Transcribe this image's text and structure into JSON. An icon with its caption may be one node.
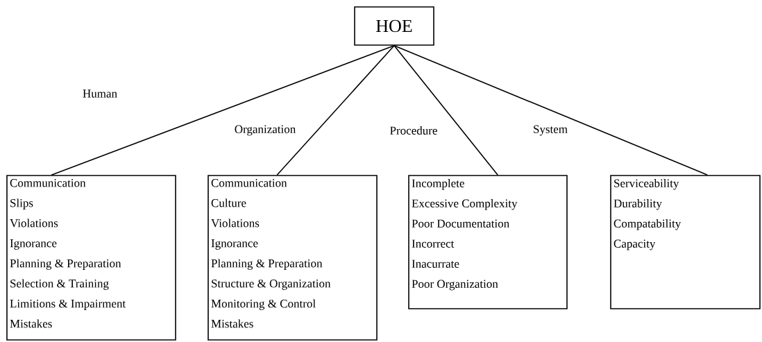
{
  "diagram": {
    "nodes": [
      {
        "text": [
          "HOE"
        ]
      },
      {
        "text": [
          "Communication",
          "Slips",
          "Violations",
          "Ignorance",
          "Planning & Preparation",
          "Selection & Training",
          "Limitions & Impairment",
          "Mistakes"
        ]
      },
      {
        "text": [
          "Communication",
          "Culture",
          "Violations",
          "Ignorance",
          "Planning & Preparation",
          "Structure & Organization",
          "Monitoring & Control",
          "Mistakes"
        ]
      },
      {
        "text": [
          "Incomplete",
          "Excessive Complexity",
          "Poor Documentation",
          "Incorrect",
          "Inacurrate",
          "Poor Organization"
        ]
      },
      {
        "text": [
          "Serviceability",
          "Durability",
          "Compatability",
          "Capacity"
        ]
      }
    ],
    "edges": [
      {
        "from": 0,
        "to": 1,
        "arrow": "none",
        "label": "Human"
      },
      {
        "from": 0,
        "to": 2,
        "arrow": "none",
        "label": "Organization"
      },
      {
        "from": 0,
        "to": 3,
        "arrow": "none",
        "label": "Procedure"
      },
      {
        "from": 0,
        "to": 4,
        "arrow": "none",
        "label": "System"
      }
    ]
  }
}
